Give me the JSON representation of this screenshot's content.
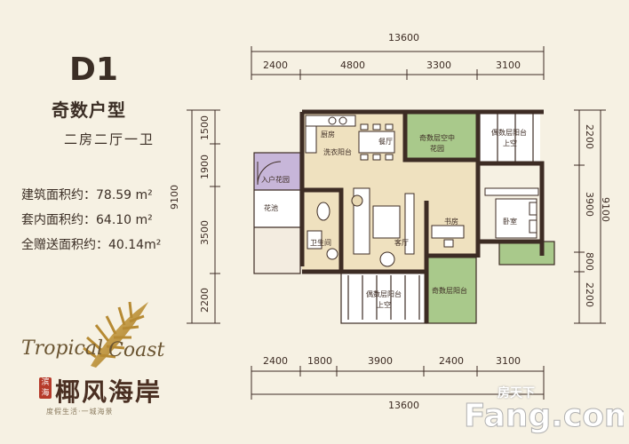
{
  "plan": {
    "code": "D1",
    "type_label": "奇数户型",
    "rooms_label": "二房二厅一卫",
    "areas": [
      "建筑面积约：78.59 m²",
      "套内面积约：64.10 m²",
      "全赠送面积约：40.14m²"
    ]
  },
  "dimensions": {
    "top_total": "13600",
    "top": [
      "2400",
      "4800",
      "3300",
      "3100"
    ],
    "bottom_total": "13600",
    "bottom": [
      "2400",
      "1800",
      "3900",
      "2400",
      "3100"
    ],
    "left_total": "9100",
    "left": [
      "1500",
      "1900",
      "3500",
      "2200"
    ],
    "right_total": "9100",
    "right": [
      "2200",
      "3900",
      "800",
      "2200"
    ]
  },
  "room_labels": {
    "kitchen": "厨房",
    "wash_balcony": "洗衣阳台",
    "dining": "餐厅",
    "sky_garden_1": "奇数层空中",
    "sky_garden_2": "花园",
    "upper_balcony_1": "偶数层阳台",
    "upper_balcony_2": "上空",
    "entry_garden": "入户花园",
    "planter": "花池",
    "bathroom": "卫生间",
    "living": "客厅",
    "study": "书房",
    "bedroom": "卧室",
    "even_balcony_1": "偶数层阳台",
    "even_balcony_2": "上空",
    "odd_balcony": "奇数层阳台"
  },
  "brand": {
    "english_1": "Tropical",
    "english_2": "Coast",
    "chinese": "椰风海岸",
    "seal": "滨海",
    "tagline": "度假生活·一城海景"
  },
  "watermark": {
    "cn": "房天下",
    "en": "Fang.com"
  },
  "colors": {
    "background": "#f6f1e3",
    "wall": "#3d2c24",
    "floor": "#efe1bf",
    "garden_green": "#a9c98b",
    "entry_purple": "#c7b6d9",
    "logo_gold": "#c79a3e"
  }
}
